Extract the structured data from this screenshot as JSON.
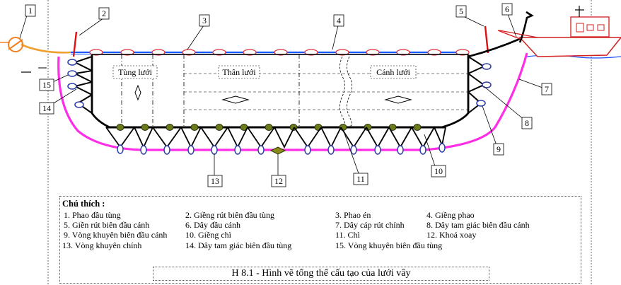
{
  "callouts": [
    "1",
    "2",
    "3",
    "4",
    "5",
    "6",
    "7",
    "8",
    "9",
    "10",
    "11",
    "12",
    "13",
    "14",
    "15"
  ],
  "section_labels": {
    "tung": "Tùng lưới",
    "than": "Thân lưới",
    "canh": "Cánh lưới"
  },
  "legend": {
    "title": "Chú thích :",
    "items": [
      "1. Phao đầu tùng",
      "2. Giềng rút biên đầu tùng",
      "3. Phao én",
      "4. Giềng phao",
      "5. Giền rút biên đầu cánh",
      "6. Dây đầu cánh",
      "7. Dây cáp rút chính",
      "8. Dây tam giác biên đầu cánh",
      "9. Vòng khuyên biên đầu cánh",
      "10. Giềng chì",
      "11. Chì",
      "12. Khoá xoay",
      "13. Vòng khuyên chính",
      "14. Dây tam giác biên đầu tùng",
      "15. Vòng khuyên biên đầu tùng"
    ]
  },
  "caption": "H 8.1 - Hình vẽ tổng thể cấu tạo của lưới vây",
  "colors": {
    "float_line": "#1a5cff",
    "float": "#e0303a",
    "purse_line": "#ff2ee6",
    "purse_line_end": "#dd1010",
    "lead": "#4a5a12",
    "ring": "#2a3aa8",
    "float_buoy": "#f08020"
  }
}
